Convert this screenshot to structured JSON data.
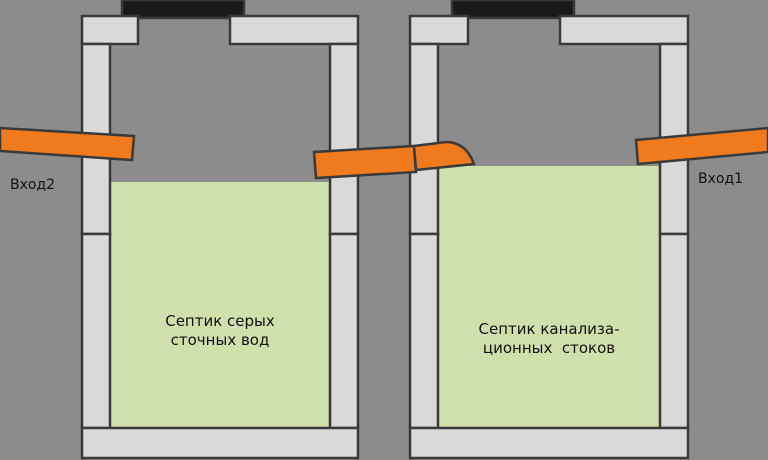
{
  "labels": {
    "inlet_left": "Вход2",
    "inlet_right": "Вход1"
  },
  "tanks": [
    {
      "line1": "Септик серых",
      "line2": "сточных вод"
    },
    {
      "line1": "Септик канализа-",
      "line2": "ционных  стоков"
    }
  ],
  "colors": {
    "background": "#8c8c8c",
    "wall": "#d9d9d9",
    "outline": "#3a3a3a",
    "water": "#cfe0ac",
    "pipe": "#f07a1e",
    "cover": "#1a1a1a"
  }
}
